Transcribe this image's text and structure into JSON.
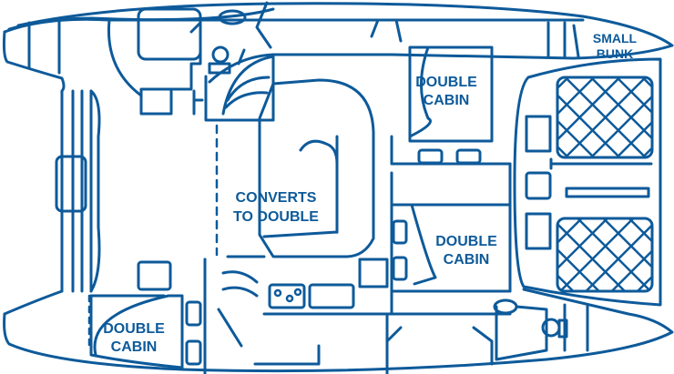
{
  "title": "Catamaran layout plan",
  "color": "#0d5a9a",
  "labels": {
    "small_bunk": [
      "SMALL",
      "BUNK"
    ],
    "top_double_cabin": [
      "DOUBLE",
      "CABIN"
    ],
    "salon_settee": [
      "CONVERTS",
      "TO DOUBLE"
    ],
    "right_double_cabin": [
      "DOUBLE",
      "CABIN"
    ],
    "bottom_double_cabin": [
      "DOUBLE",
      "CABIN"
    ]
  }
}
